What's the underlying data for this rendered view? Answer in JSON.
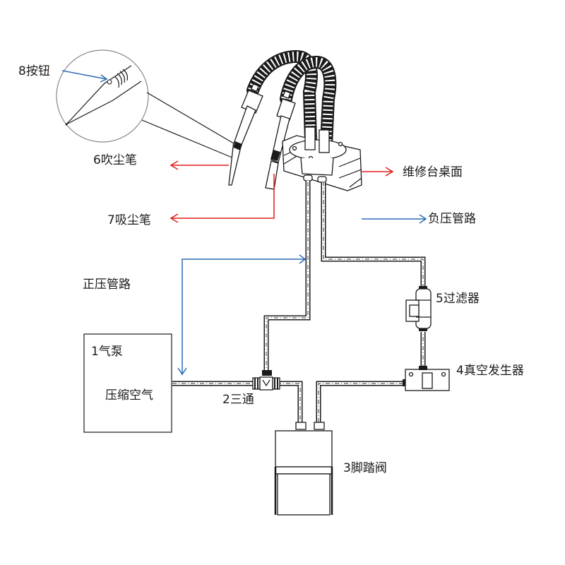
{
  "diagram": {
    "title": "",
    "labels": {
      "button": "8按钮",
      "blow_pen": "6吹尘笔",
      "suction_pen": "7吸尘笔",
      "bench_top": "维修台桌面",
      "negative_pressure": "负压管路",
      "positive_pressure": "正压管路",
      "pump": "1气泵",
      "compressed_air": "压缩空气",
      "tee": "2三通",
      "foot_valve": "3脚踏阀",
      "vacuum_generator": "4真空发生器",
      "filter": "5过滤器"
    },
    "legend": [
      {
        "name": "negative-pressure-line",
        "label": "负压管路",
        "color": "#2e6db5"
      },
      {
        "name": "positive-pressure-line",
        "label": "正压管路",
        "color": "#2e6db5"
      }
    ],
    "colors": {
      "pointer_red": "#e01e1e",
      "pointer_blue": "#2e6db5",
      "line": "#1a1a1a",
      "magnifier": "#888888"
    }
  }
}
